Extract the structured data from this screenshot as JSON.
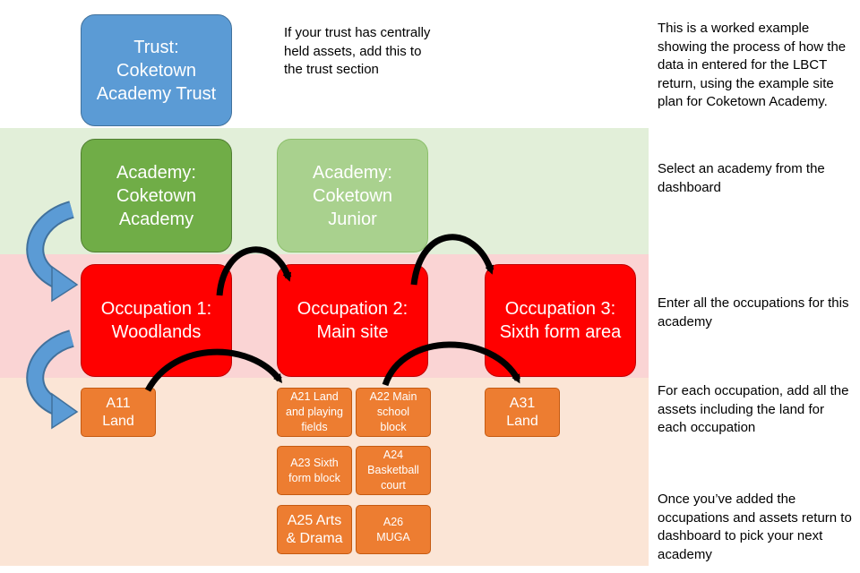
{
  "trust_box": {
    "label": "Trust:\nCoketown\nAcademy Trust"
  },
  "academies": [
    {
      "label": "Academy:\nCoketown\nAcademy"
    },
    {
      "label": "Academy:\nCoketown\nJunior"
    }
  ],
  "occupations": [
    {
      "label": "Occupation 1:\nWoodlands"
    },
    {
      "label": "Occupation 2:\nMain site"
    },
    {
      "label": "Occupation 3:\nSixth form area"
    }
  ],
  "assets": [
    {
      "label": "A11\nLand"
    },
    {
      "label": "A21 Land\nand playing\nfields"
    },
    {
      "label": "A22 Main\nschool\nblock"
    },
    {
      "label": "A23 Sixth\nform block"
    },
    {
      "label": "A24\nBasketball\ncourt"
    },
    {
      "label": "A25 Arts\n& Drama"
    },
    {
      "label": "A26\nMUGA"
    },
    {
      "label": "A31\nLand"
    }
  ],
  "trust_note": "If your trust has centrally held assets, add this to the trust section",
  "instructions": [
    "This is a worked example showing the process of how the data in entered for the LBCT return, using the example site plan for Coketown Academy.",
    "Select an academy from the dashboard",
    "Enter all the occupations for this academy",
    "For each occupation, add all the assets including the land for each occupation",
    "Once you’ve added the occupations and assets return to dashboard to pick your next academy"
  ],
  "colors": {
    "trust": "#5b9bd5",
    "academy": "#70ad47",
    "academy_secondary": "#a9d18e",
    "occupation": "#ff0000",
    "asset": "#ed7d31",
    "band_academy": "#e2efd9",
    "band_occupation": "#fad4d4",
    "band_asset": "#fbe5d6"
  }
}
